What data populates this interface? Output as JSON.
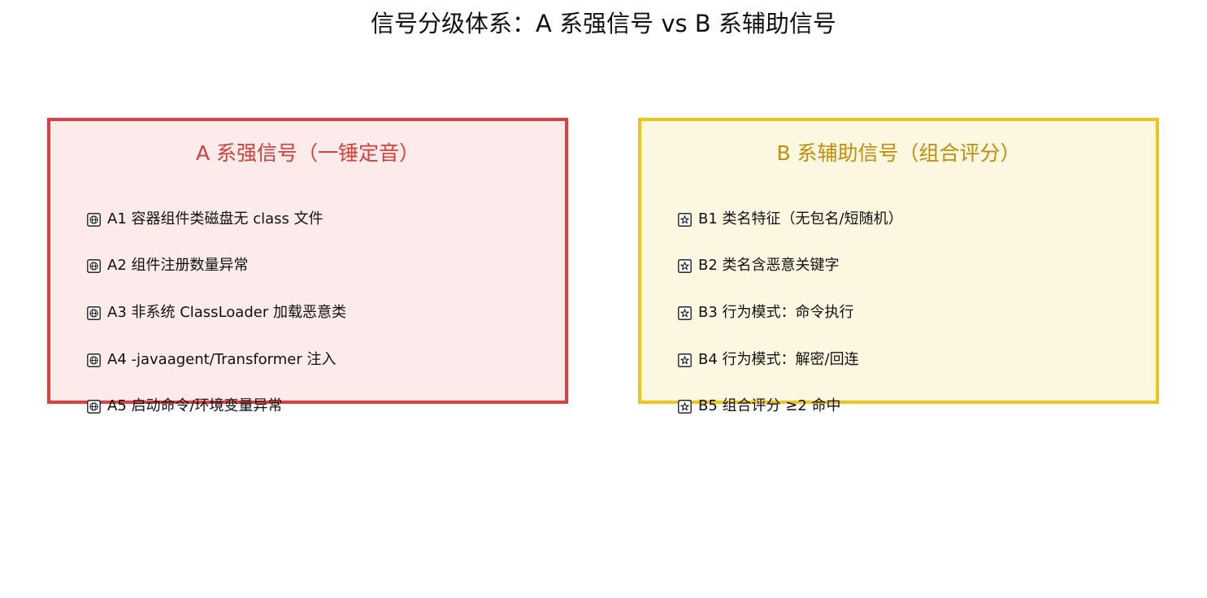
{
  "title": "信号分级体系：A 系强信号 vs B 系辅助信号",
  "colors": {
    "panel_a_border": "#d84140",
    "panel_a_fill": "#fdeaea",
    "panel_a_title": "#d0413b",
    "panel_b_border": "#eec31a",
    "panel_b_fill": "#fdf7e1",
    "panel_b_title": "#bf8e0a"
  },
  "panels": {
    "a": {
      "title": "A 系强信号（一锤定音）",
      "icon": "globe-icon",
      "items": [
        {
          "label": "A1 容器组件类磁盘无 class 文件"
        },
        {
          "label": "A2 组件注册数量异常"
        },
        {
          "label": "A3 非系统 ClassLoader 加载恶意类"
        },
        {
          "label": "A4 -javaagent/Transformer 注入"
        },
        {
          "label": "A5 启动命令/环境变量异常"
        }
      ]
    },
    "b": {
      "title": "B 系辅助信号（组合评分）",
      "icon": "star-box-icon",
      "items": [
        {
          "label": "B1 类名特征（无包名/短随机）"
        },
        {
          "label": "B2 类名含恶意关键字"
        },
        {
          "label": "B3 行为模式：命令执行"
        },
        {
          "label": "B4 行为模式：解密/回连"
        },
        {
          "label": "B5 组合评分 ≥2 命中"
        }
      ]
    }
  }
}
